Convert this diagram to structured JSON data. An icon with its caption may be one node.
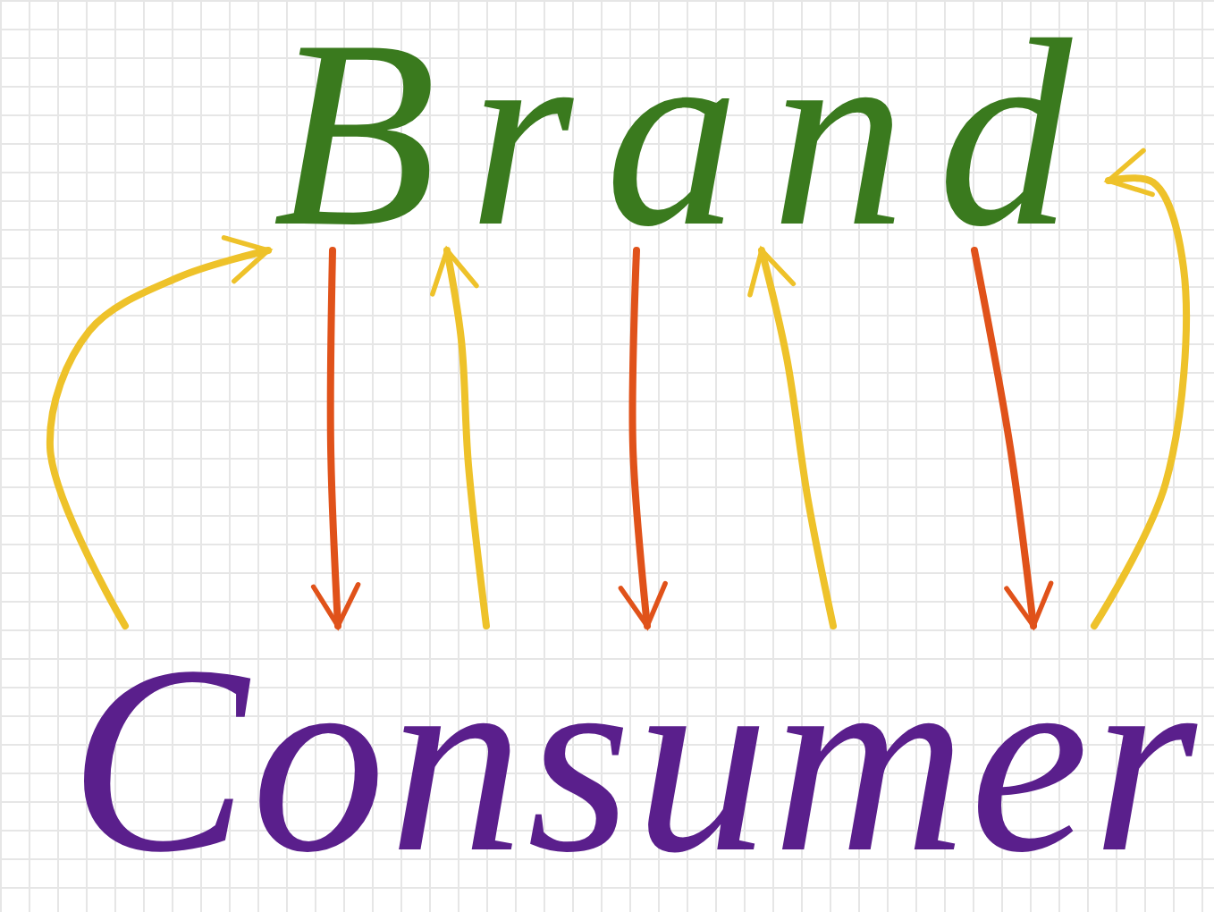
{
  "diagram": {
    "nodes": [
      {
        "text": [
          "Brand"
        ]
      },
      {
        "text": [
          "Consumer"
        ]
      }
    ],
    "edges": [
      {
        "from": 1,
        "to": 0,
        "arrow": "to"
      },
      {
        "from": 0,
        "to": 1,
        "arrow": "to",
        "color": "#e0521a"
      },
      {
        "from": 1,
        "to": 0,
        "arrow": "to"
      },
      {
        "from": 0,
        "to": 1,
        "arrow": "to",
        "color": "#e0521a"
      },
      {
        "from": 1,
        "to": 0,
        "arrow": "to"
      },
      {
        "from": 0,
        "to": 1,
        "arrow": "to",
        "color": "#e0521a"
      },
      {
        "from": 1,
        "to": 0,
        "arrow": "to"
      }
    ]
  }
}
